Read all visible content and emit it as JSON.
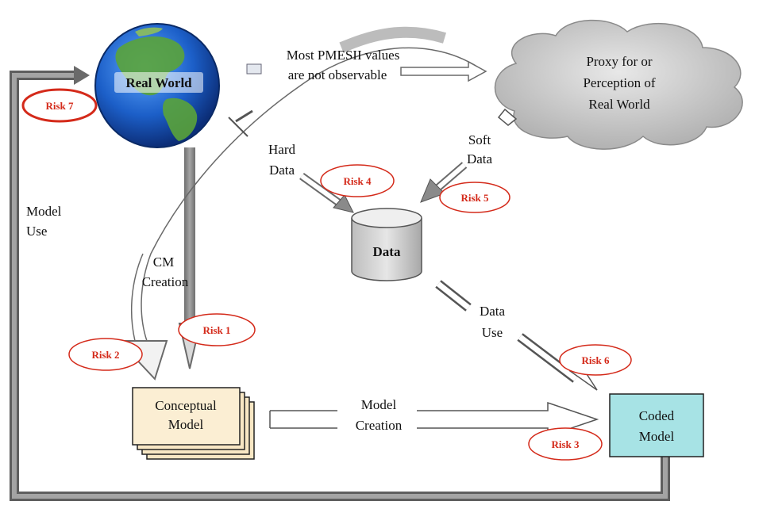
{
  "nodes": {
    "real_world": "Real World",
    "proxy": [
      "Proxy for or",
      "Perception of",
      "Real World"
    ],
    "data": "Data",
    "conceptual_model": [
      "Conceptual",
      "Model"
    ],
    "coded_model": [
      "Coded",
      "Model"
    ]
  },
  "edges": {
    "pmesii": [
      "Most PMESII values",
      "are not observable"
    ],
    "hard_data": [
      "Hard",
      "Data"
    ],
    "soft_data": [
      "Soft",
      "Data"
    ],
    "cm_creation": [
      "CM",
      "Creation"
    ],
    "data_use": [
      "Data",
      "Use"
    ],
    "model_creation": [
      "Model",
      "Creation"
    ],
    "model_use": [
      "Model",
      "Use"
    ]
  },
  "risks": [
    "Risk 1",
    "Risk 2",
    "Risk 3",
    "Risk 4",
    "Risk 5",
    "Risk 6",
    "Risk 7"
  ],
  "colors": {
    "risk_outline": "#d42a1a",
    "coded_model_fill": "#a7e3e5",
    "conceptual_model_fill": "#f8e7c4",
    "data_cylinder": "#c9c9c9",
    "cloud": "#c8c8c8",
    "arrow_gray": "#8a8a8a"
  }
}
